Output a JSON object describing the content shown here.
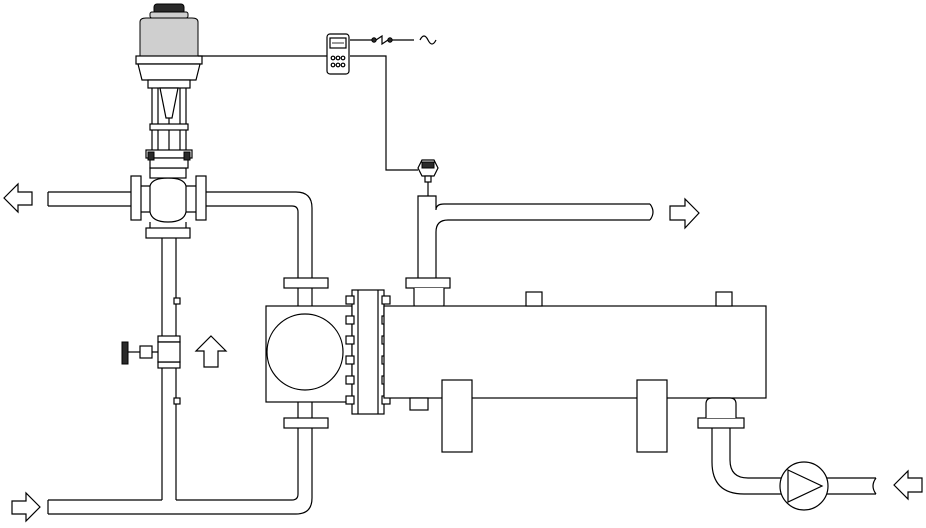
{
  "diagram": {
    "type": "piping-schematic",
    "colors": {
      "line": "#000000",
      "background": "#ffffff",
      "fill_dark": "#2a2a2a",
      "fill_grey": "#cfcfcf"
    },
    "components": [
      {
        "id": "control-valve-actuator",
        "icon": "valve-actuator-icon"
      },
      {
        "id": "controller",
        "icon": "controller-icon"
      },
      {
        "id": "power-supply",
        "icon": "ac-power-icon"
      },
      {
        "id": "temperature-sensor",
        "icon": "temperature-sensor-icon"
      },
      {
        "id": "heat-exchanger",
        "icon": "heat-exchanger-icon"
      },
      {
        "id": "circulation-pump",
        "icon": "pump-icon"
      },
      {
        "id": "hand-valve",
        "icon": "hand-valve-icon"
      }
    ],
    "flow_arrows": [
      {
        "id": "steam-out",
        "direction": "left"
      },
      {
        "id": "condensate-in",
        "direction": "right"
      },
      {
        "id": "hot-out",
        "direction": "right"
      },
      {
        "id": "cold-in",
        "direction": "left"
      },
      {
        "id": "riser-up",
        "direction": "up"
      }
    ]
  }
}
